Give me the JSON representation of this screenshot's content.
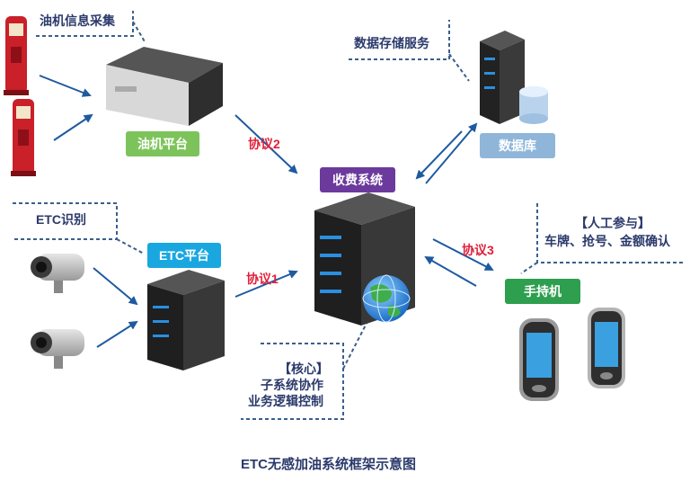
{
  "notes": {
    "fuel_info": "油机信息采集",
    "data_storage": "数据存储服务",
    "etc_recognition": "ETC识别",
    "manual_title": "【人工参与】",
    "manual_detail": "车牌、抢号、金额确认",
    "core_title": "【核心】",
    "core_line1": "子系统协作",
    "core_line2": "业务逻辑控制"
  },
  "nodes": {
    "fuel_platform": "油机平台",
    "etc_platform": "ETC平台",
    "toll_system": "收费系统",
    "database": "数据库",
    "handheld": "手持机"
  },
  "protocols": {
    "p1": "协议1",
    "p2": "协议2",
    "p3": "协议3"
  },
  "caption": "ETC无感加油系统框架示意图",
  "colors": {
    "fuel_platform": "#7dc35b",
    "etc_platform": "#1aa7e0",
    "toll_system": "#6b3a9c",
    "database": "#8fb6d9",
    "handheld": "#2e9e4f",
    "arrow": "#1e5aa0",
    "protocol": "#e0203a"
  }
}
